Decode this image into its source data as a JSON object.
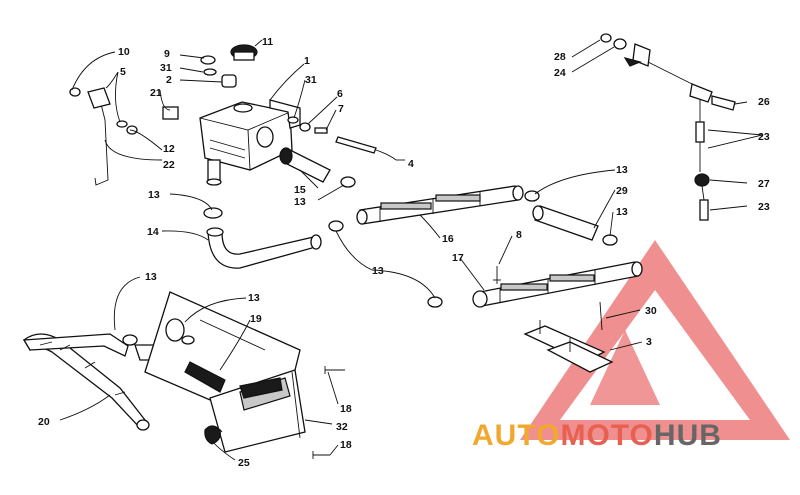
{
  "watermark": {
    "part1": "AUTO",
    "part2": "MOTO",
    "part3": "HUB",
    "color_part1": "#f0a830",
    "color_part2": "#e86050",
    "color_part3": "#666666",
    "triangle_color": "#e85050"
  },
  "callouts": {
    "n1": "1",
    "n2": "2",
    "n3": "3",
    "n4": "4",
    "n5": "5",
    "n6": "6",
    "n7": "7",
    "n8": "8",
    "n9": "9",
    "n10": "10",
    "n11": "11",
    "n12": "12",
    "n13a": "13",
    "n13b": "13",
    "n13c": "13",
    "n13d": "13",
    "n13e": "13",
    "n13f": "13",
    "n13g": "13",
    "n14": "14",
    "n15": "15",
    "n16": "16",
    "n17": "17",
    "n18a": "18",
    "n18b": "18",
    "n19": "19",
    "n20": "20",
    "n21": "21",
    "n22": "22",
    "n23a": "23",
    "n23b": "23",
    "n24": "24",
    "n25": "25",
    "n26": "26",
    "n27": "27",
    "n28": "28",
    "n29": "29",
    "n30": "30",
    "n31a": "31",
    "n31b": "31",
    "n32": "32"
  }
}
